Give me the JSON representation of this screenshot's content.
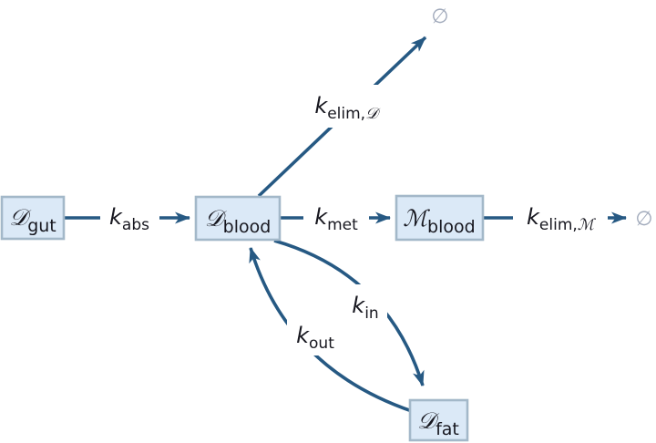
{
  "diagram": {
    "type": "compartment-model-flow-diagram",
    "colors": {
      "background": "#ffffff",
      "arrow": "#265983",
      "node_fill": "#dbe9f7",
      "node_border": "#a3b8c9",
      "label_background": "#ffffff",
      "text": "#17171f",
      "sink": "#a2abbc"
    },
    "nodes": {
      "d_gut": {
        "symbol": "𝒟",
        "subscript": "gut"
      },
      "d_blood": {
        "symbol": "𝒟",
        "subscript": "blood"
      },
      "m_blood": {
        "symbol": "ℳ",
        "subscript": "blood"
      },
      "d_fat": {
        "symbol": "𝒟",
        "subscript": "fat"
      }
    },
    "sinks": {
      "top": {
        "symbol": "∅"
      },
      "right": {
        "symbol": "∅"
      }
    },
    "edges": {
      "k_abs": {
        "symbol": "k",
        "subscript": "abs",
        "from": "d_gut",
        "to": "d_blood"
      },
      "k_met": {
        "symbol": "k",
        "subscript": "met",
        "from": "d_blood",
        "to": "m_blood"
      },
      "k_elim_d": {
        "symbol": "k",
        "subscript": "elim,",
        "subscript_symbol": "𝒟",
        "from": "d_blood",
        "to": "sink_top"
      },
      "k_elim_m": {
        "symbol": "k",
        "subscript": "elim,",
        "subscript_symbol": "ℳ",
        "from": "m_blood",
        "to": "sink_right"
      },
      "k_in": {
        "symbol": "k",
        "subscript": "in",
        "from": "d_blood",
        "to": "d_fat"
      },
      "k_out": {
        "symbol": "k",
        "subscript": "out",
        "from": "d_fat",
        "to": "d_blood"
      }
    }
  }
}
